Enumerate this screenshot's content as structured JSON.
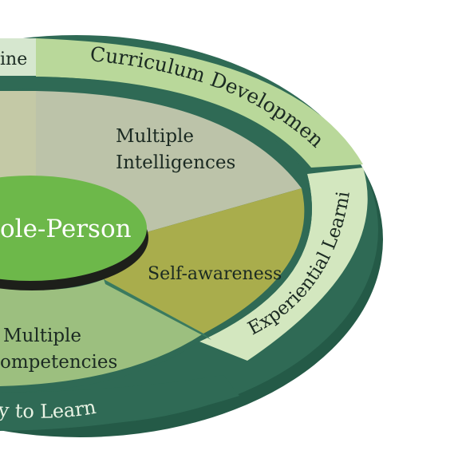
{
  "diagram": {
    "outer_ring": {
      "top_left_fragment": "ine",
      "top_right": "Curriculum Development",
      "right": "Experiential Learning",
      "bottom": "ity to Learn"
    },
    "segments": {
      "top": "Multiple\nIntelligences",
      "top_line1": "Multiple",
      "top_line2": "Intelligences",
      "right": "Self-awareness",
      "bottom_line1": "Multiple",
      "bottom_line2": "ompetencies"
    },
    "center": "ole-Person"
  },
  "colors": {
    "dark_teal": "#2f6a55",
    "mid_teal": "#3f7d68",
    "light_green_band": "#b9d89a",
    "pale_green_band": "#d3e7bf",
    "grey_segment": "#bcc3a9",
    "olive_segment": "#a9ad4c",
    "sage_segment": "#9cbf7f",
    "center_green": "#6db84a"
  }
}
